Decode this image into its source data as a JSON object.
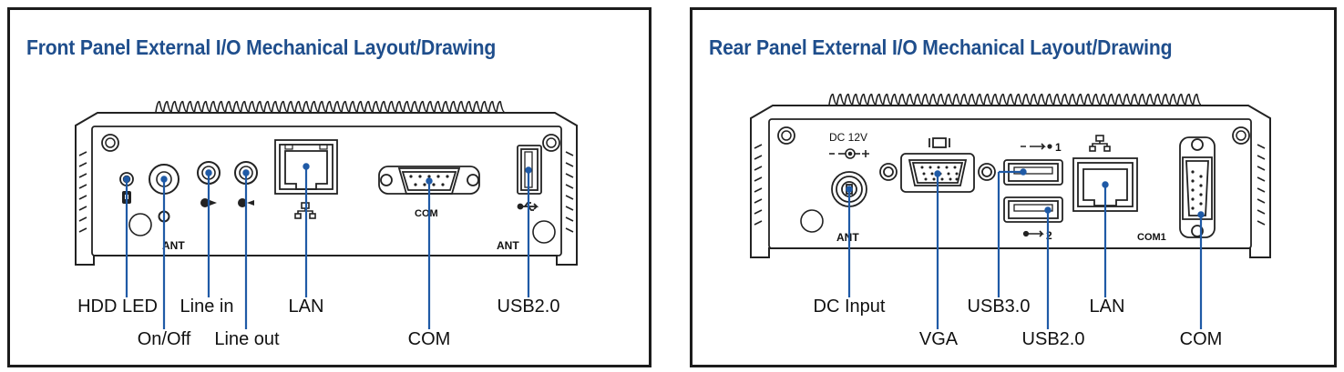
{
  "panels": {
    "front": {
      "title": "Front Panel External I/O Mechanical Layout/Drawing",
      "engraved": {
        "com": "COM",
        "ant_left": "ANT",
        "ant_right": "ANT"
      },
      "callouts": {
        "hdd_led": "HDD LED",
        "on_off": "On/Off",
        "line_in": "Line in",
        "line_out": "Line out",
        "lan": "LAN",
        "com": "COM",
        "usb": "USB2.0"
      }
    },
    "rear": {
      "title": "Rear Panel External I/O Mechanical Layout/Drawing",
      "engraved": {
        "dc": "DC 12V",
        "ant": "ANT",
        "usb_top": "1",
        "usb_bottom": "2",
        "com1": "COM1"
      },
      "callouts": {
        "dc_input": "DC Input",
        "vga": "VGA",
        "usb3": "USB3.0",
        "usb2": "USB2.0",
        "lan": "LAN",
        "com": "COM"
      }
    }
  },
  "colors": {
    "title": "#1f4e8c",
    "callout_line": "#1f5aa6",
    "border": "#1c1c1c"
  }
}
